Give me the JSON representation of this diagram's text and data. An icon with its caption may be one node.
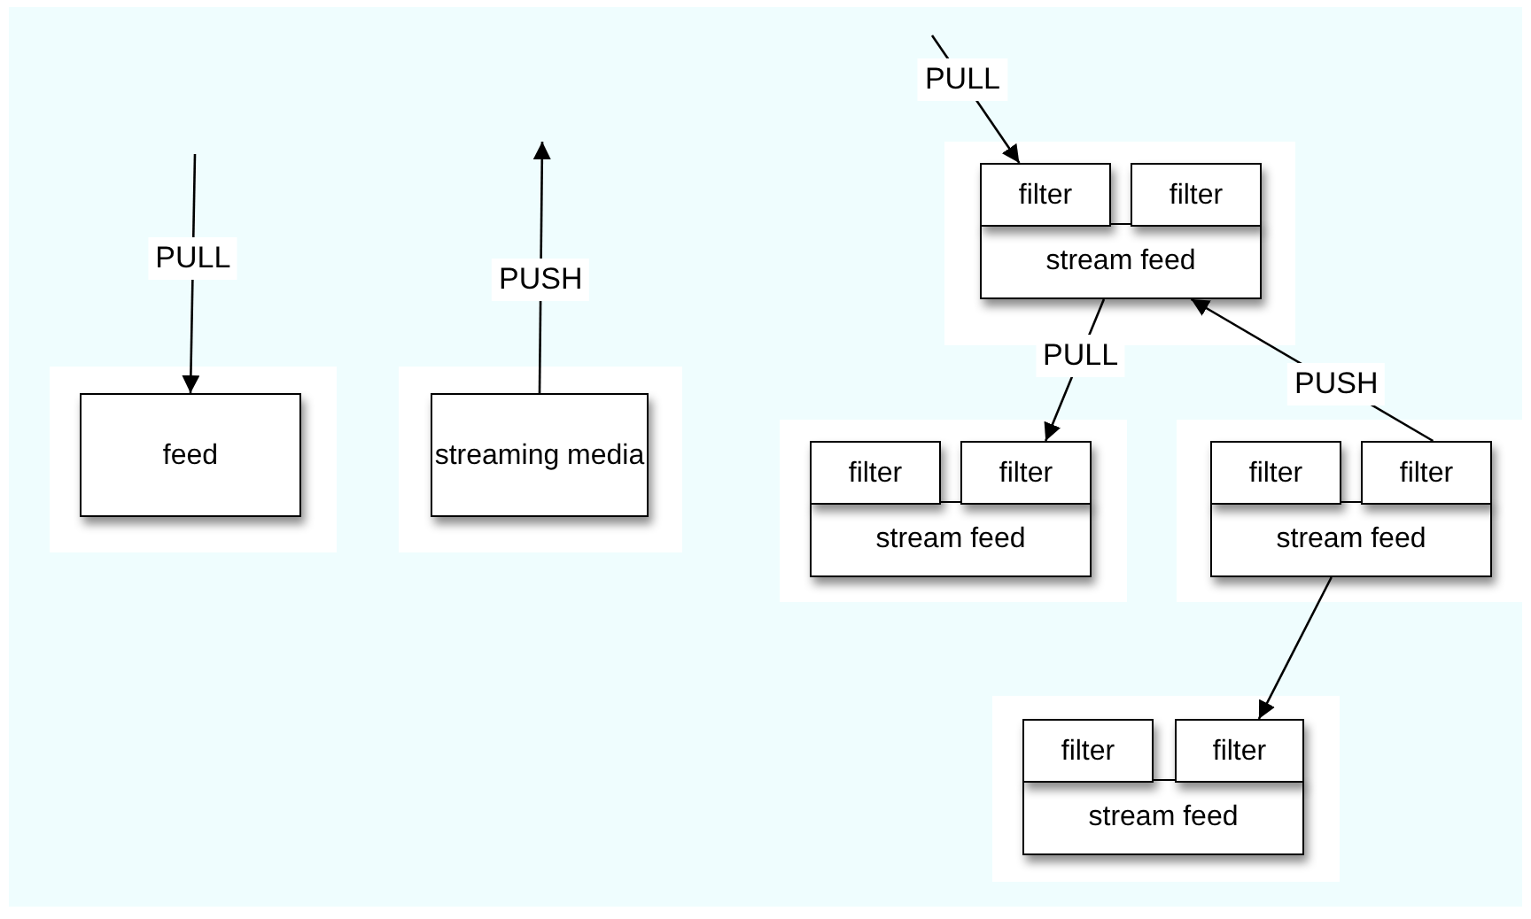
{
  "diagram": {
    "nodes": [
      {
        "text": [
          "feed"
        ]
      },
      {
        "text": [
          "streaming media"
        ]
      },
      {
        "text": [
          "filter"
        ]
      },
      {
        "text": [
          "filter"
        ]
      },
      {
        "text": [
          "stream feed"
        ]
      },
      {
        "text": [
          "filter"
        ]
      },
      {
        "text": [
          "filter"
        ]
      },
      {
        "text": [
          "stream feed"
        ]
      },
      {
        "text": [
          "filter"
        ]
      },
      {
        "text": [
          "filter"
        ]
      },
      {
        "text": [
          "stream feed"
        ]
      },
      {
        "text": [
          "filter"
        ]
      },
      {
        "text": [
          "filter"
        ]
      },
      {
        "text": [
          "stream feed"
        ]
      }
    ],
    "edges": [
      {
        "from": null,
        "to": 0,
        "arrow": "to",
        "label": "PULL"
      },
      {
        "from": 1,
        "to": null,
        "arrow": "to",
        "label": "PUSH"
      },
      {
        "from": null,
        "to": 2,
        "arrow": "to",
        "label": "PULL"
      },
      {
        "from": 4,
        "to": 6,
        "arrow": "to",
        "label": "PULL"
      },
      {
        "from": 9,
        "to": 4,
        "arrow": "to",
        "label": "PUSH"
      },
      {
        "from": 10,
        "to": 12,
        "arrow": "to"
      }
    ]
  }
}
